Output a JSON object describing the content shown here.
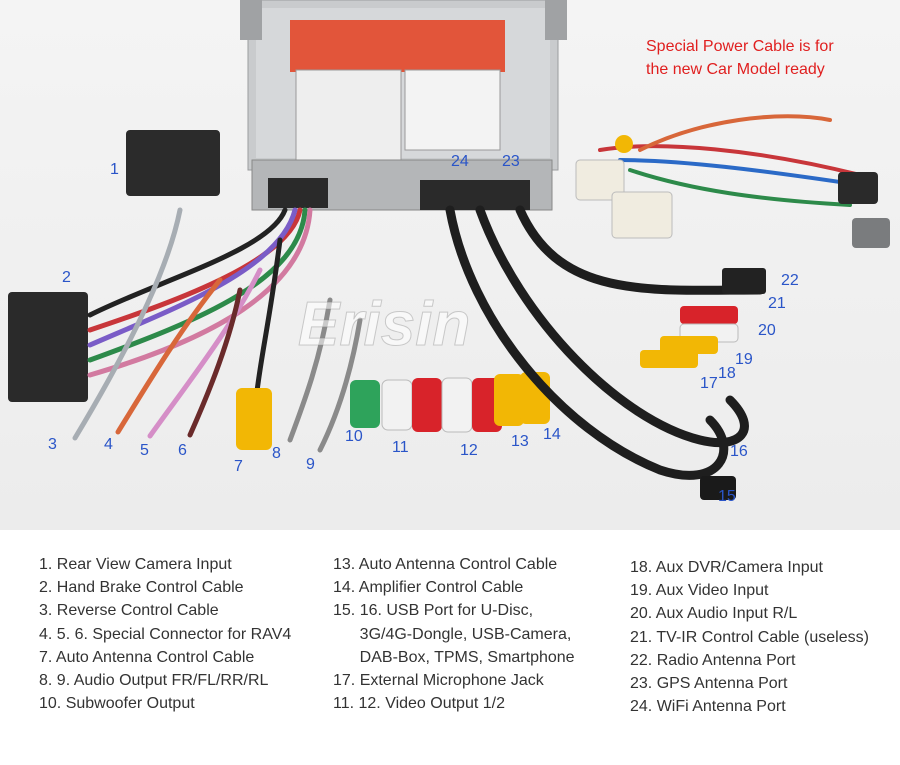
{
  "note": {
    "lines": [
      "Special Power Cable is for",
      "the new Car Model ready"
    ],
    "color": "#e01f1f"
  },
  "callouts": [
    {
      "id": "c1",
      "text": "1"
    },
    {
      "id": "c2",
      "text": "2"
    },
    {
      "id": "c3",
      "text": "3"
    },
    {
      "id": "c4",
      "text": "4"
    },
    {
      "id": "c5",
      "text": "5"
    },
    {
      "id": "c6",
      "text": "6"
    },
    {
      "id": "c7",
      "text": "7"
    },
    {
      "id": "c8",
      "text": "8"
    },
    {
      "id": "c9",
      "text": "9"
    },
    {
      "id": "c10",
      "text": "10"
    },
    {
      "id": "c11",
      "text": "11"
    },
    {
      "id": "c12",
      "text": "12"
    },
    {
      "id": "c13",
      "text": "13"
    },
    {
      "id": "c14",
      "text": "14"
    },
    {
      "id": "c15",
      "text": "15"
    },
    {
      "id": "c16",
      "text": "16"
    },
    {
      "id": "c17",
      "text": "17"
    },
    {
      "id": "c18",
      "text": "18"
    },
    {
      "id": "c19",
      "text": "19"
    },
    {
      "id": "c20",
      "text": "20"
    },
    {
      "id": "c21",
      "text": "21"
    },
    {
      "id": "c22",
      "text": "22"
    },
    {
      "id": "c23",
      "text": "23"
    },
    {
      "id": "c24",
      "text": "24"
    }
  ],
  "legend": {
    "col1": [
      "1. Rear View Camera Input",
      "2. Hand Brake Control Cable",
      "3. Reverse Control Cable",
      "4. 5. 6. Special Connector for RAV4",
      "7. Auto Antenna Control Cable",
      "8. 9. Audio Output FR/FL/RR/RL",
      "10. Subwoofer Output"
    ],
    "col2": [
      "13. Auto Antenna Control Cable",
      "14. Amplifier Control Cable",
      "15. 16. USB Port for U-Disc,",
      "      3G/4G-Dongle, USB-Camera,",
      "      DAB-Box, TPMS, Smartphone",
      "17. External Microphone Jack",
      "11. 12. Video Output 1/2"
    ],
    "col3": [
      "18. Aux DVR/Camera Input",
      "19. Aux Video Input",
      "20. Aux Audio Input R/L",
      "21. TV-IR Control Cable (useless)",
      "22. Radio Antenna Port",
      "23. GPS Antenna Port",
      "24. WiFi Antenna Port"
    ]
  },
  "logo": {
    "text": "Erisin"
  },
  "colors": {
    "callout": "#2a55c8",
    "legend_text": "#333333",
    "rca_yellow": "#f2b705",
    "rca_red": "#d8232a",
    "rca_white": "#f2f2f2",
    "rca_green": "#2ea35b"
  }
}
